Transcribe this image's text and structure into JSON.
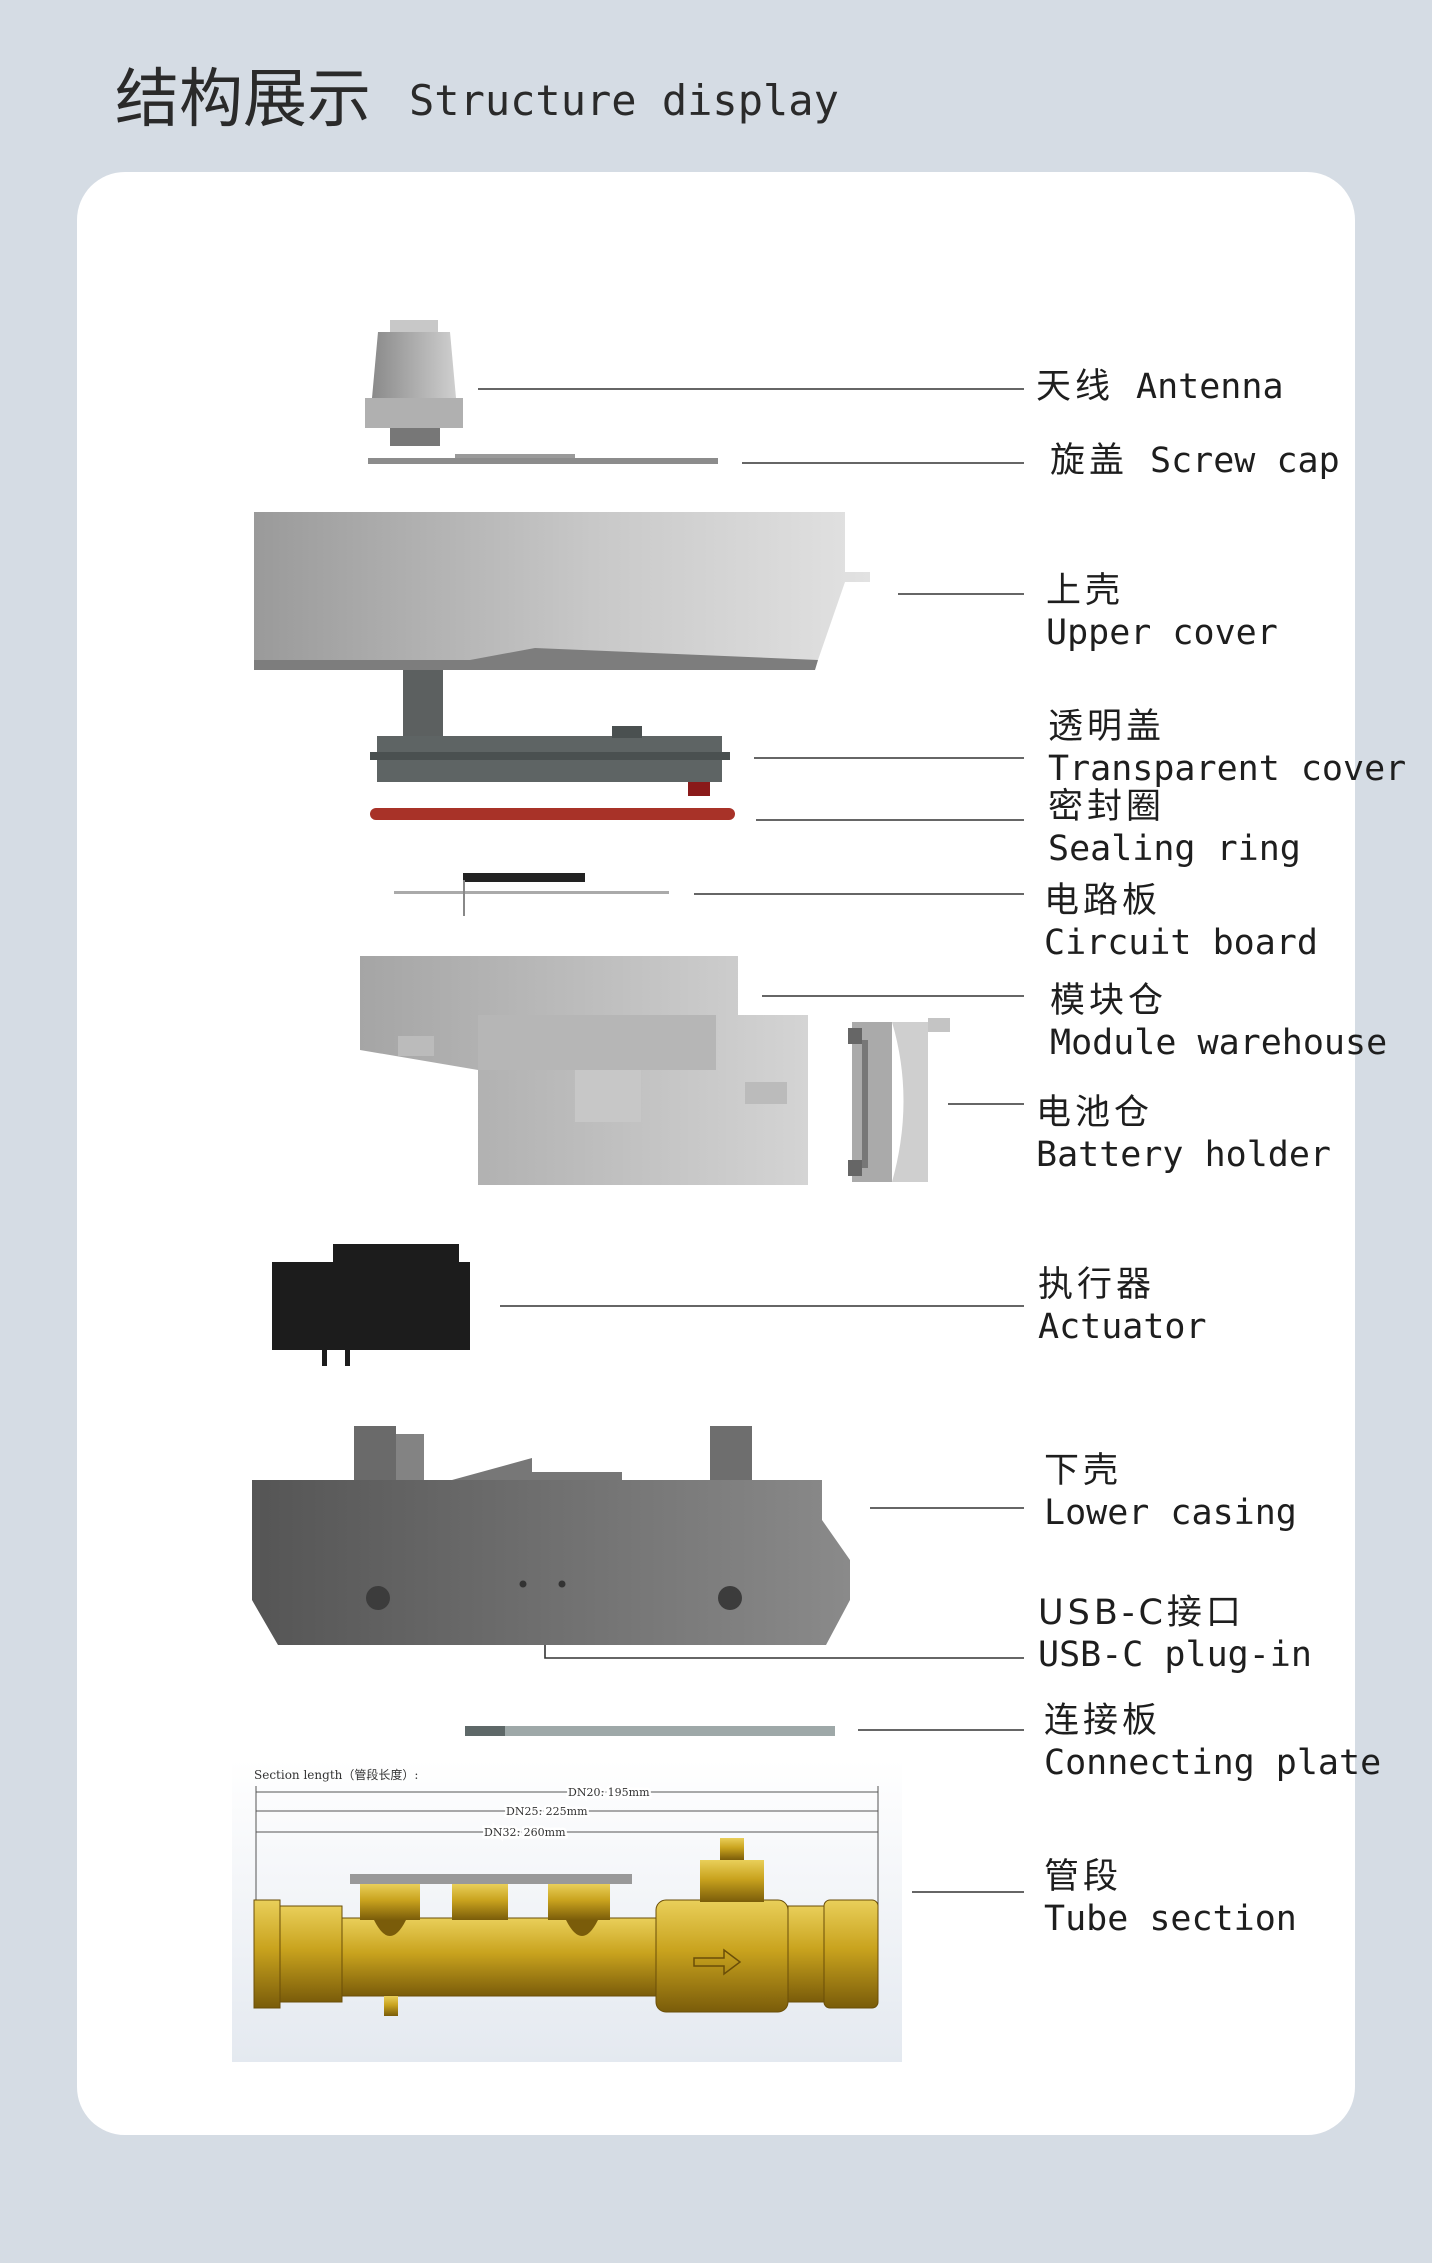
{
  "header": {
    "title_zh": "结构展示",
    "title_en": "Structure display"
  },
  "colors": {
    "background": "#d5dce4",
    "card": "#ffffff",
    "leader_line": "#333333",
    "sealing_ring": "#a83228",
    "actuator": "#1c1c1c",
    "brass": "#c9a31e"
  },
  "parts": [
    {
      "id": "antenna",
      "zh": "天线",
      "en": "Antenna"
    },
    {
      "id": "screw-cap",
      "zh": "旋盖",
      "en": "Screw cap"
    },
    {
      "id": "upper-cover",
      "zh": "上壳",
      "en": "Upper cover"
    },
    {
      "id": "transparent-cover",
      "zh": "透明盖",
      "en": "Transparent cover"
    },
    {
      "id": "sealing-ring",
      "zh": "密封圈",
      "en": "Sealing ring"
    },
    {
      "id": "circuit-board",
      "zh": "电路板",
      "en": "Circuit board"
    },
    {
      "id": "module-warehouse",
      "zh": "模块仓",
      "en": "Module warehouse"
    },
    {
      "id": "battery-holder",
      "zh": "电池仓",
      "en": "Battery holder"
    },
    {
      "id": "actuator",
      "zh": "执行器",
      "en": "Actuator"
    },
    {
      "id": "lower-casing",
      "zh": "下壳",
      "en": "Lower casing"
    },
    {
      "id": "usb-c",
      "zh": "USB-C接口",
      "en": "USB-C plug-in"
    },
    {
      "id": "connecting-plate",
      "zh": "连接板",
      "en": "Connecting plate"
    },
    {
      "id": "tube-section",
      "zh": "管段",
      "en": "Tube section"
    }
  ],
  "tube_drawing": {
    "heading": "Section length（管段长度）:",
    "dims": [
      "DN20: 195mm",
      "DN25: 225mm",
      "DN32: 260mm"
    ]
  }
}
